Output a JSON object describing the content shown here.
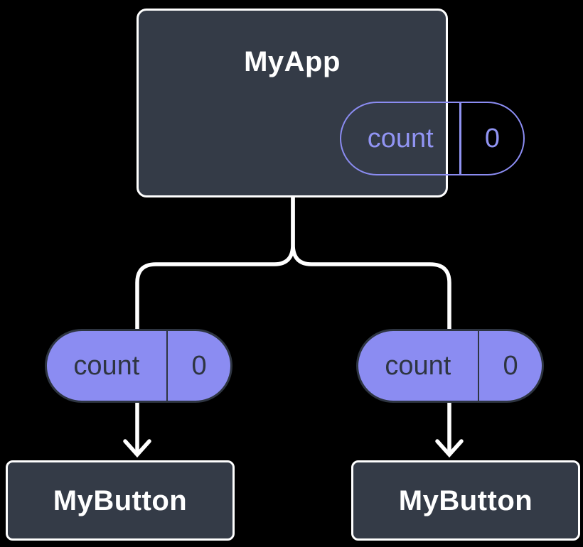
{
  "colors": {
    "background": "#000000",
    "node-fill": "#343B47",
    "node-border": "#FFFFFF",
    "node-text": "#FFFFFF",
    "accent": "#8B8CF2",
    "accent-text": "#9194F3",
    "pill-dark": "#2E3541",
    "wire": "#FFFFFF"
  },
  "tree": {
    "root": {
      "label": "MyApp",
      "state": {
        "name": "count",
        "value": "0"
      }
    },
    "children": [
      {
        "label": "MyButton",
        "prop": {
          "name": "count",
          "value": "0"
        }
      },
      {
        "label": "MyButton",
        "prop": {
          "name": "count",
          "value": "0"
        }
      }
    ]
  }
}
